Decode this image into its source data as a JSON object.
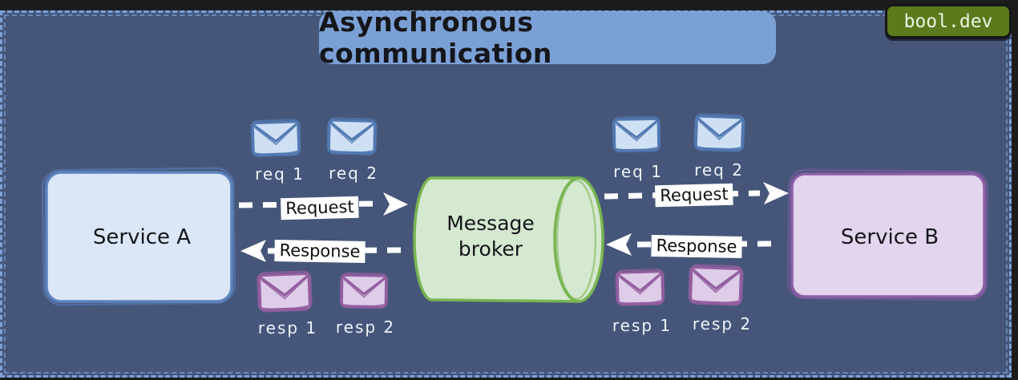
{
  "header": {
    "title": "Asynchronous communication",
    "brand": "bool.dev"
  },
  "nodes": {
    "service_a": {
      "label": "Service A"
    },
    "broker": {
      "label": "Message broker"
    },
    "service_b": {
      "label": "Service B"
    }
  },
  "flows": {
    "a_to_broker": {
      "request_label": "Request",
      "response_label": "Response",
      "request_messages": [
        "req 1",
        "req 2"
      ],
      "response_messages": [
        "resp 1",
        "resp 2"
      ]
    },
    "broker_to_b": {
      "request_label": "Request",
      "response_label": "Response",
      "request_messages": [
        "req 1",
        "req 2"
      ],
      "response_messages": [
        "resp 1",
        "resp 2"
      ]
    }
  },
  "icons": {
    "request_envelope": "envelope-icon",
    "response_envelope": "envelope-icon"
  },
  "colors": {
    "background": "#46567A",
    "frame_dash": "#7DA2D9",
    "title_box": "#7BA0D6",
    "brand_badge": "#5A7A1C",
    "service_a_fill": "#DBE7F7",
    "service_a_stroke": "#5B83BD",
    "broker_fill": "#D5E8D0",
    "broker_stroke": "#79B551",
    "service_b_fill": "#E3D5ED",
    "service_b_stroke": "#8B5FA6",
    "request_envelope_fill": "#CFE0F5",
    "request_envelope_stroke": "#5379B2",
    "response_envelope_fill": "#DECDE9",
    "response_envelope_stroke": "#935FA0",
    "arrow": "#FFFFFF"
  }
}
